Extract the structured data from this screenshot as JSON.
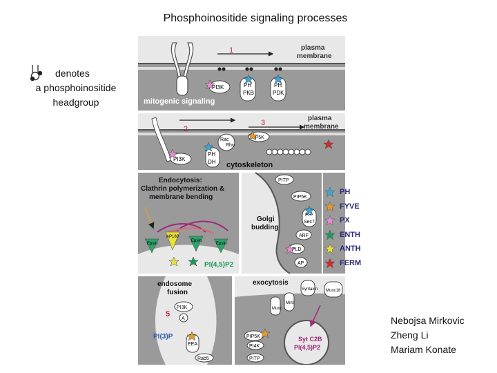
{
  "title": "Phosphoinositide signaling processes",
  "legend": {
    "line1": "denotes",
    "line2": "a phosphoinositide",
    "line3": "headgroup"
  },
  "authors": [
    "Nebojsa Mirkovic",
    "Zheng Li",
    "Mariam Konate"
  ],
  "panel1": {
    "number": "1",
    "membrane_label": [
      "plasma",
      "membrane"
    ],
    "caption": "mitogenic signaling",
    "proteins": [
      "PI3K",
      "PH",
      "PKB",
      "PH",
      "PDK"
    ]
  },
  "panel2": {
    "numbers": [
      "2",
      "3"
    ],
    "membrane_label": [
      "plasma",
      "membrane"
    ],
    "caption": "cytoskeleton",
    "proteins": [
      "PI3K",
      "Rac",
      "Rho",
      "PH",
      "DH",
      "PIP5K"
    ]
  },
  "panel3": {
    "heading": [
      "Endocytosis:",
      "Clathrin polymerization &",
      "membrane bending"
    ],
    "proteins": [
      "Epsin",
      "AP180",
      "Epsin",
      "Epsin"
    ],
    "pip": "PI(4,5)P2"
  },
  "panel4": {
    "golgi": [
      "Golgi",
      "budding"
    ],
    "proteins": [
      "PITP",
      "PIP5K",
      "PH",
      "Sec7",
      "ARF",
      "PLD",
      "AP"
    ]
  },
  "domains_legend": [
    {
      "label": "PH",
      "color": "#3aa7d9"
    },
    {
      "label": "FYVE",
      "color": "#e79a2e"
    },
    {
      "label": "PX",
      "color": "#e58fd0"
    },
    {
      "label": "ENTH",
      "color": "#1e9a5a"
    },
    {
      "label": "ANTH",
      "color": "#e8e23a"
    },
    {
      "label": "FERM",
      "color": "#d32a2a"
    }
  ],
  "panel5": {
    "heading": [
      "endosome",
      "fusion"
    ],
    "number": "5",
    "pip": "PI(3)P",
    "proteins": [
      "PI3K",
      "A",
      "EEA",
      "Rab5"
    ]
  },
  "panel6": {
    "heading": "exocytosis",
    "pip": [
      "Syt C2B",
      "PI(4,5)P2"
    ],
    "proteins": [
      "PIP5K",
      "PI4K",
      "PITP",
      "Munc",
      "Mint",
      "Syntaxin",
      "Munc18"
    ]
  },
  "colors": {
    "panel_gray": "#9a9a9a",
    "light_gray": "#e6e6e6",
    "magenta": "#a0287a",
    "blue_pip": "#2d58a8",
    "green_pip": "#1e9a5a"
  }
}
